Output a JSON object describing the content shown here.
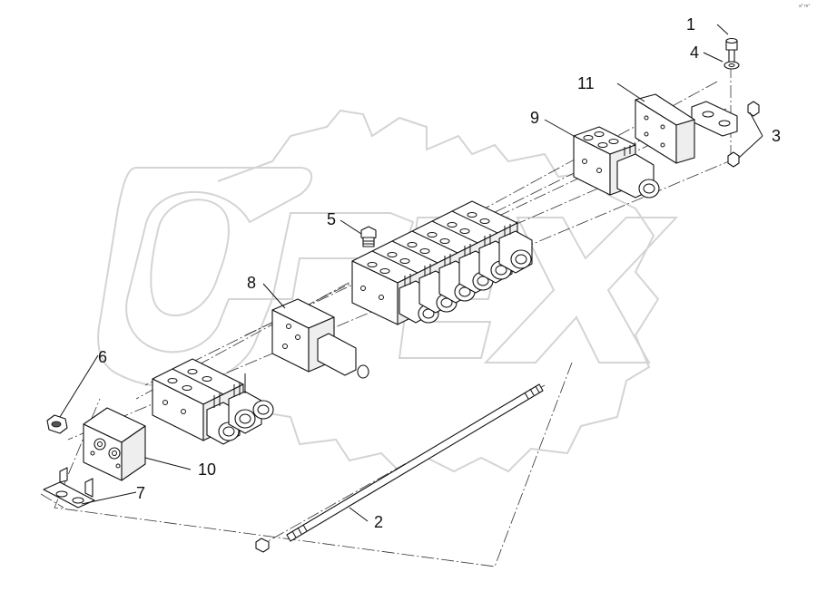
{
  "callouts": {
    "c1": "1",
    "c2": "2",
    "c3": "3",
    "c4": "4",
    "c5": "5",
    "c6": "6",
    "c7": "7",
    "c8": "8",
    "c9": "9",
    "c10": "10",
    "c11": "11"
  },
  "corner_mark": "a° m°",
  "watermark": "OREX",
  "colors": {
    "line": "#111111",
    "watermark": "#d4d4d4",
    "background": "#ffffff"
  }
}
